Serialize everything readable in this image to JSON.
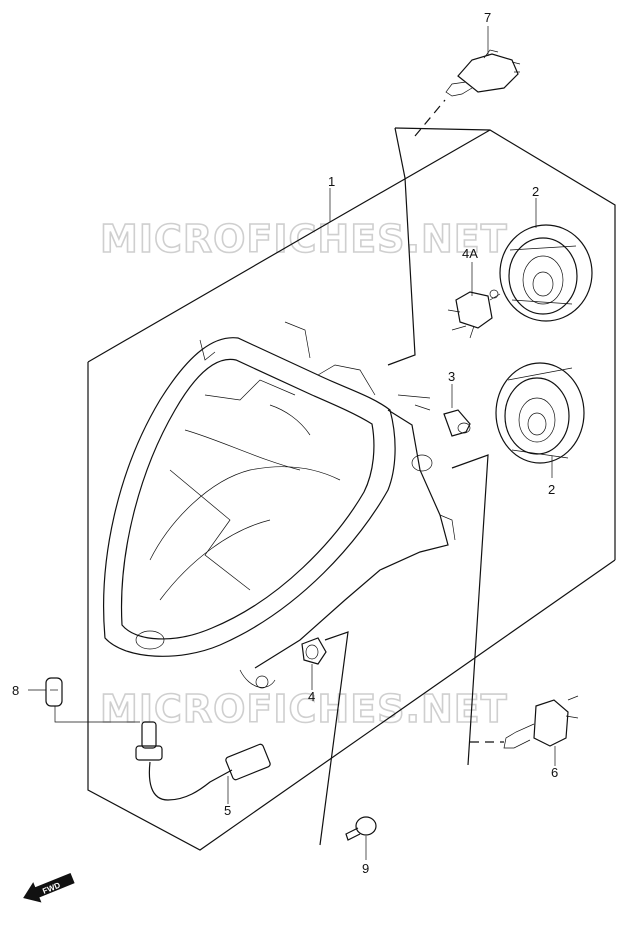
{
  "watermark": "MICROFICHES.NET",
  "fwd_label": "FWD",
  "callouts": {
    "p1": "1",
    "p2a": "2",
    "p2b": "2",
    "p3": "3",
    "p4": "4",
    "p4a": "4A",
    "p5": "5",
    "p6": "6",
    "p7": "7",
    "p8": "8",
    "p9": "9"
  }
}
